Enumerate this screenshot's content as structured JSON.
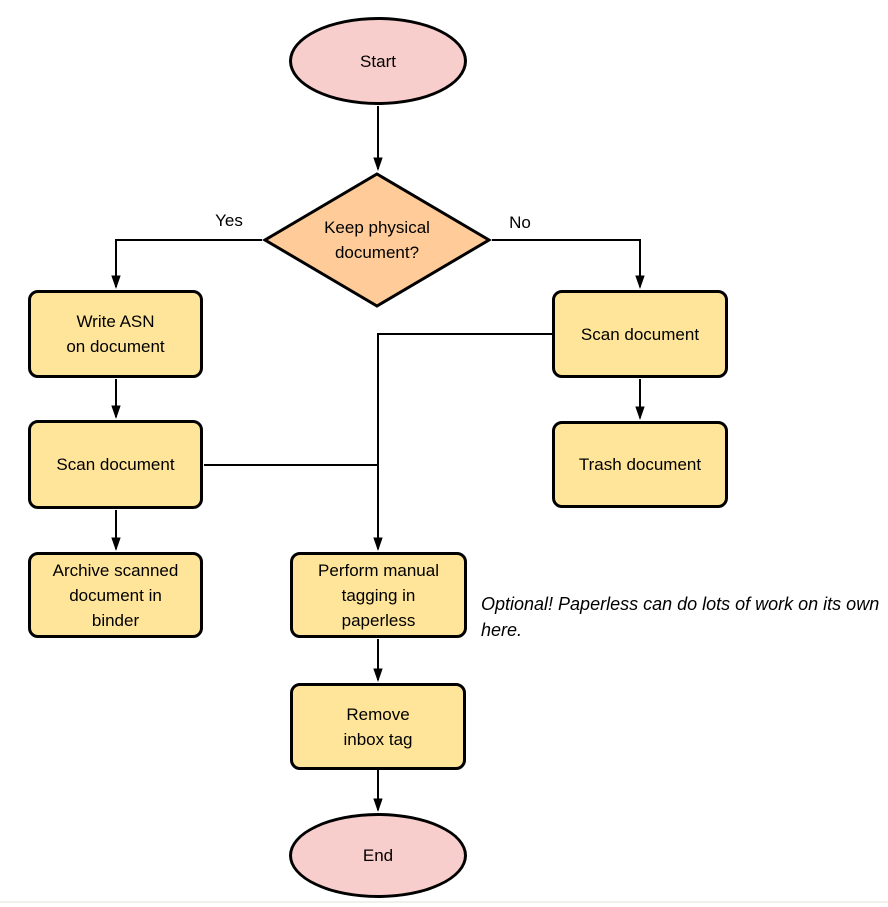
{
  "diagram": {
    "nodes": {
      "start": {
        "label": "Start",
        "type": "terminator"
      },
      "decision": {
        "label": "Keep physical\ndocument?",
        "type": "decision"
      },
      "write_asn": {
        "label": "Write ASN\non document",
        "type": "process"
      },
      "scan_left": {
        "label": "Scan document",
        "type": "process"
      },
      "archive": {
        "label": "Archive scanned\ndocument in\nbinder",
        "type": "process"
      },
      "scan_right": {
        "label": "Scan document",
        "type": "process"
      },
      "trash": {
        "label": "Trash document",
        "type": "process"
      },
      "tagging": {
        "label": "Perform manual\ntagging in\npaperless",
        "type": "process"
      },
      "remove_tag": {
        "label": "Remove\ninbox tag",
        "type": "process"
      },
      "end": {
        "label": "End",
        "type": "terminator"
      }
    },
    "edge_labels": {
      "yes": "Yes",
      "no": "No"
    },
    "annotation": "Optional! Paperless can do lots of work on its own here.",
    "colors": {
      "terminator_fill": "#f8cecc",
      "decision_fill": "#ffcc99",
      "process_fill": "#ffe599",
      "stroke": "#000000",
      "background": "#ffffff"
    }
  }
}
